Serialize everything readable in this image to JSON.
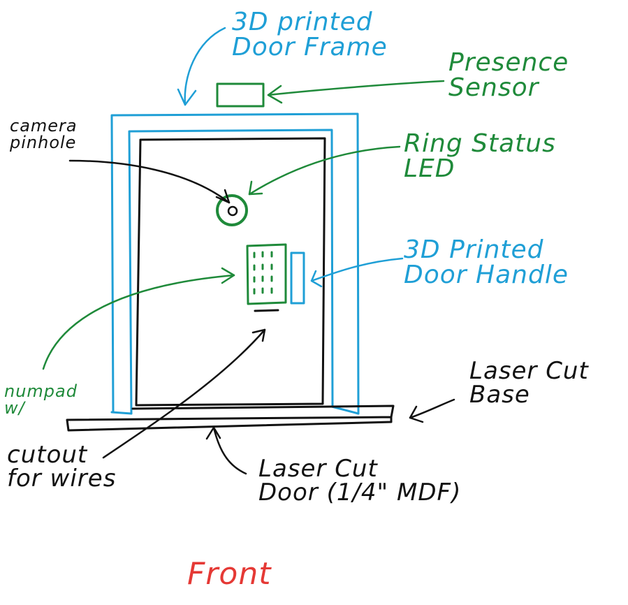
{
  "colors": {
    "frame": "#1f9fd6",
    "door": "#111111",
    "electronics": "#1f8a3a",
    "caption": "#e53935"
  },
  "labels": {
    "door_frame": "3D printed\nDoor Frame",
    "presence_sensor": "Presence\nSensor",
    "camera_pinhole": "camera\npinhole",
    "ring_status_led": "Ring Status\nLED",
    "door_handle": "3D Printed\nDoor Handle",
    "numpad": "numpad\nw/",
    "cutout_for_wires": "cutout\nfor wires",
    "laser_cut_base": "Laser Cut\nBase",
    "laser_cut_door": "Laser Cut\nDoor (1/4\" MDF)",
    "view_caption": "Front"
  }
}
